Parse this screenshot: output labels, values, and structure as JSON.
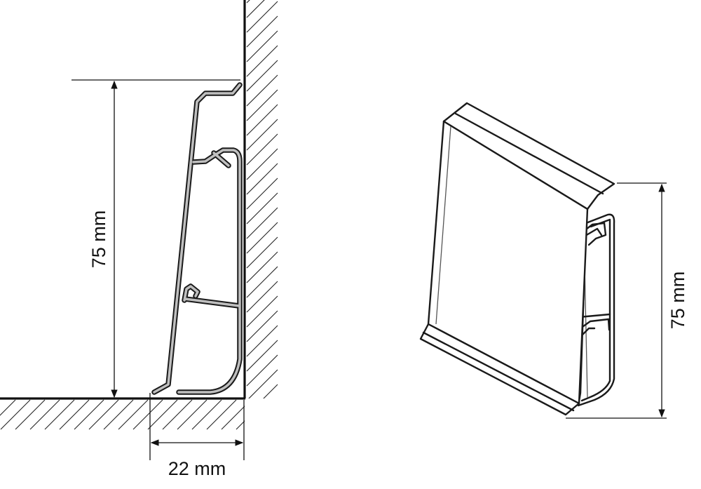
{
  "section_view": {
    "height_label": "75 mm",
    "depth_label": "22 mm"
  },
  "perspective_view": {
    "height_label": "75 mm"
  }
}
